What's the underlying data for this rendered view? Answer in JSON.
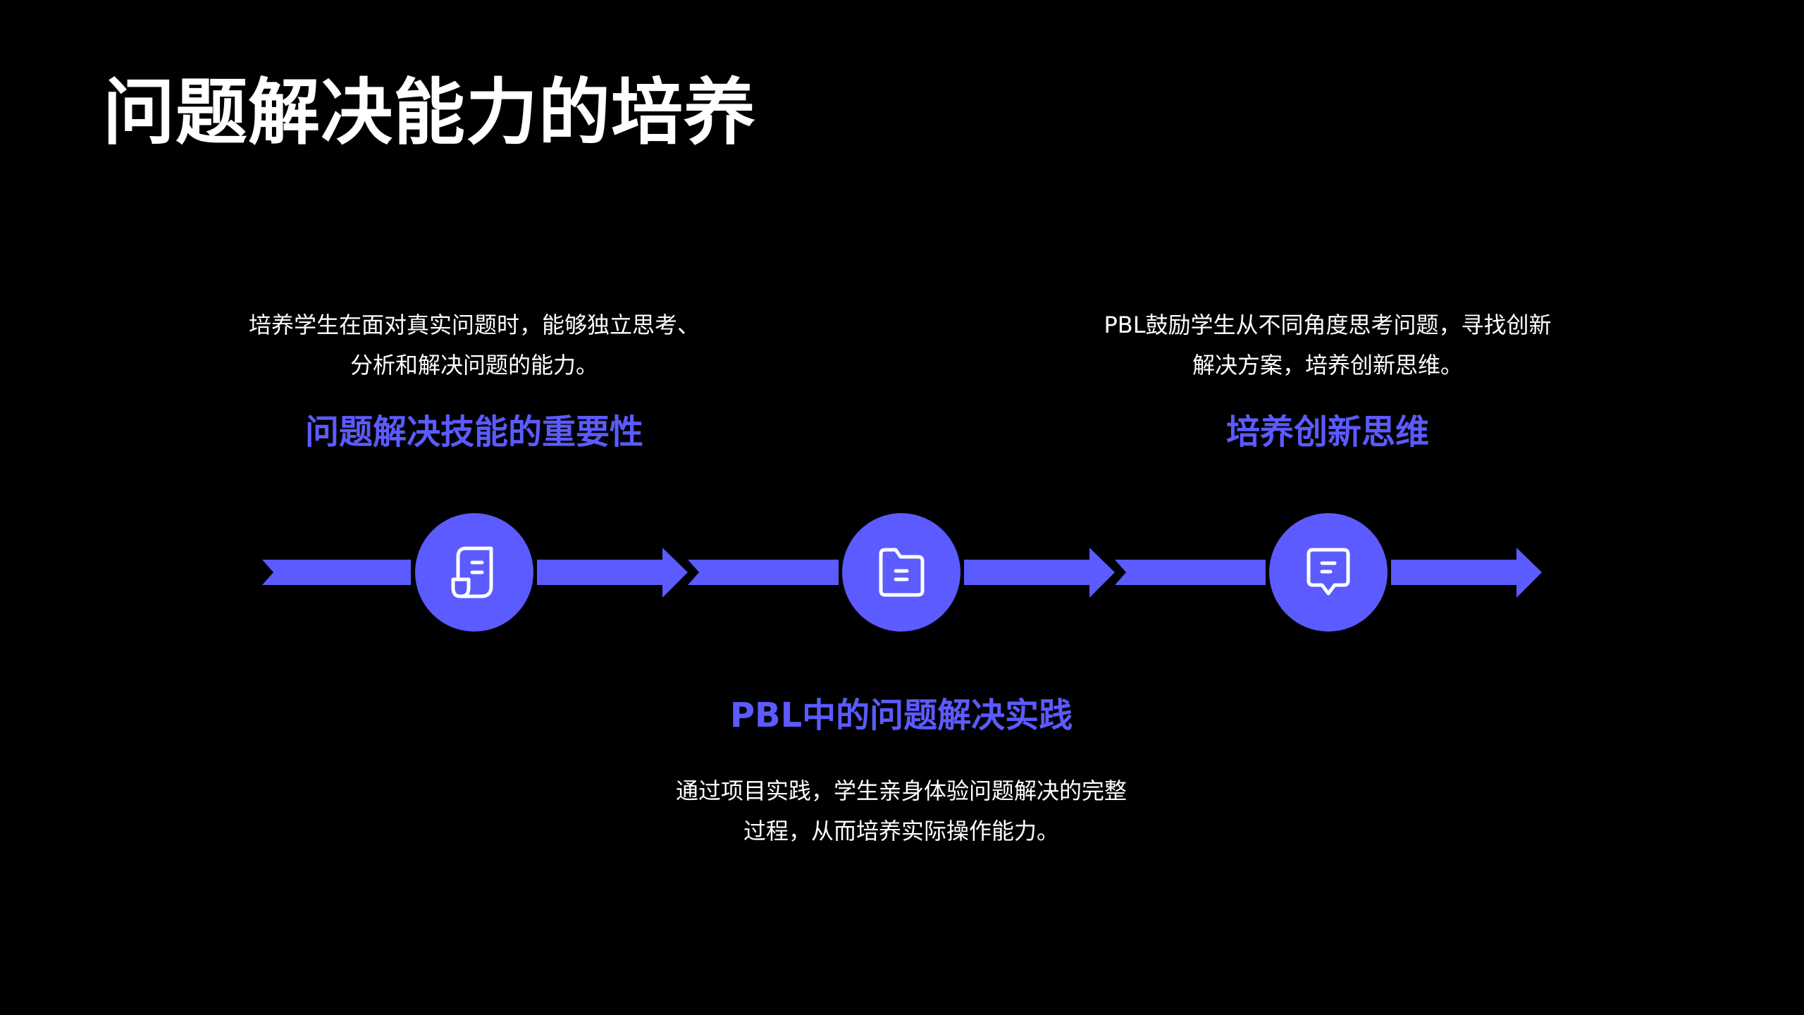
{
  "title": "问题解决能力的培养",
  "colors": {
    "accent": "#5b5bff",
    "background": "#000000",
    "text": "#ffffff"
  },
  "steps": [
    {
      "title": "问题解决技能的重要性",
      "description_lines": [
        "培养学生在面对真实问题时，能够独立思考、",
        "分析和解决问题的能力。"
      ],
      "icon": "document-icon"
    },
    {
      "title": "PBL中的问题解决实践",
      "description_lines": [
        "通过项目实践，学生亲身体验问题解决的完整",
        "过程，从而培养实际操作能力。"
      ],
      "icon": "folder-icon"
    },
    {
      "title": "培养创新思维",
      "description_lines": [
        "PBL鼓励学生从不同角度思考问题，寻找创新",
        "解决方案，培养创新思维。"
      ],
      "icon": "message-icon"
    }
  ]
}
